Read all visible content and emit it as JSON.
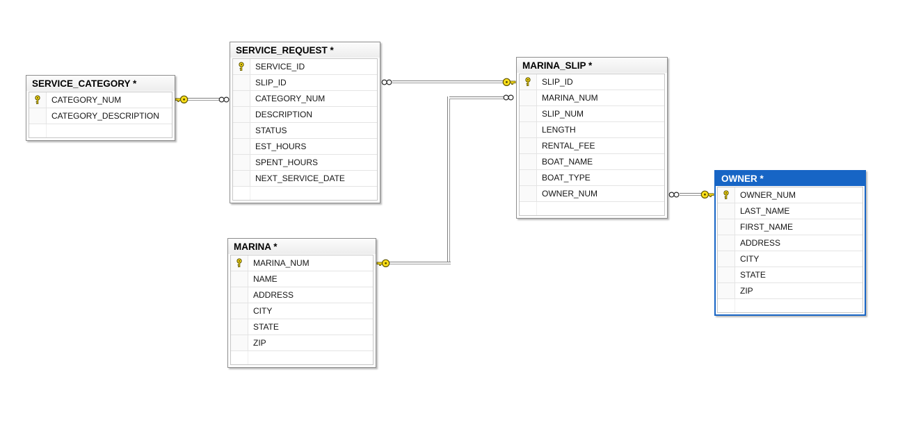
{
  "tables": [
    {
      "name": "SERVICE_CATEGORY",
      "title": "SERVICE_CATEGORY *",
      "selected": false,
      "columns": [
        {
          "label": "CATEGORY_NUM",
          "is_key": true
        },
        {
          "label": "CATEGORY_DESCRIPTION",
          "is_key": false
        }
      ]
    },
    {
      "name": "SERVICE_REQUEST",
      "title": "SERVICE_REQUEST *",
      "selected": false,
      "columns": [
        {
          "label": "SERVICE_ID",
          "is_key": true
        },
        {
          "label": "SLIP_ID",
          "is_key": false
        },
        {
          "label": "CATEGORY_NUM",
          "is_key": false
        },
        {
          "label": "DESCRIPTION",
          "is_key": false
        },
        {
          "label": "STATUS",
          "is_key": false
        },
        {
          "label": "EST_HOURS",
          "is_key": false
        },
        {
          "label": "SPENT_HOURS",
          "is_key": false
        },
        {
          "label": "NEXT_SERVICE_DATE",
          "is_key": false
        }
      ]
    },
    {
      "name": "MARINA_SLIP",
      "title": "MARINA_SLIP *",
      "selected": false,
      "columns": [
        {
          "label": "SLIP_ID",
          "is_key": true
        },
        {
          "label": "MARINA_NUM",
          "is_key": false
        },
        {
          "label": "SLIP_NUM",
          "is_key": false
        },
        {
          "label": "LENGTH",
          "is_key": false
        },
        {
          "label": "RENTAL_FEE",
          "is_key": false
        },
        {
          "label": "BOAT_NAME",
          "is_key": false
        },
        {
          "label": "BOAT_TYPE",
          "is_key": false
        },
        {
          "label": "OWNER_NUM",
          "is_key": false
        }
      ]
    },
    {
      "name": "MARINA",
      "title": "MARINA *",
      "selected": false,
      "columns": [
        {
          "label": "MARINA_NUM",
          "is_key": true
        },
        {
          "label": "NAME",
          "is_key": false
        },
        {
          "label": "ADDRESS",
          "is_key": false
        },
        {
          "label": "CITY",
          "is_key": false
        },
        {
          "label": "STATE",
          "is_key": false
        },
        {
          "label": "ZIP",
          "is_key": false
        }
      ]
    },
    {
      "name": "OWNER",
      "title": "OWNER *",
      "selected": true,
      "columns": [
        {
          "label": "OWNER_NUM",
          "is_key": true
        },
        {
          "label": "LAST_NAME",
          "is_key": false
        },
        {
          "label": "FIRST_NAME",
          "is_key": false
        },
        {
          "label": "ADDRESS",
          "is_key": false
        },
        {
          "label": "CITY",
          "is_key": false
        },
        {
          "label": "STATE",
          "is_key": false
        },
        {
          "label": "ZIP",
          "is_key": false
        }
      ]
    }
  ],
  "relationships": [
    {
      "one_table": "SERVICE_CATEGORY",
      "one_column": "CATEGORY_NUM",
      "many_table": "SERVICE_REQUEST",
      "many_column": "CATEGORY_NUM",
      "cardinality": "one-to-many",
      "one_end_icon": "key-icon",
      "many_end_icon": "infinity-icon"
    },
    {
      "one_table": "MARINA_SLIP",
      "one_column": "SLIP_ID",
      "many_table": "SERVICE_REQUEST",
      "many_column": "SLIP_ID",
      "cardinality": "one-to-many",
      "one_end_icon": "key-icon",
      "many_end_icon": "infinity-icon"
    },
    {
      "one_table": "MARINA",
      "one_column": "MARINA_NUM",
      "many_table": "MARINA_SLIP",
      "many_column": "MARINA_NUM",
      "cardinality": "one-to-many",
      "one_end_icon": "key-icon",
      "many_end_icon": "infinity-icon"
    },
    {
      "one_table": "OWNER",
      "one_column": "OWNER_NUM",
      "many_table": "MARINA_SLIP",
      "many_column": "OWNER_NUM",
      "cardinality": "one-to-many",
      "one_end_icon": "key-icon",
      "many_end_icon": "infinity-icon"
    }
  ],
  "colors": {
    "selected_accent": "#1765C5",
    "key_yellow": "#FFE01A",
    "key_outline": "#5d5400",
    "table_border": "#8c8c8c",
    "connector_gray": "#7e7e7e",
    "canvas_background": "#ffffff"
  }
}
